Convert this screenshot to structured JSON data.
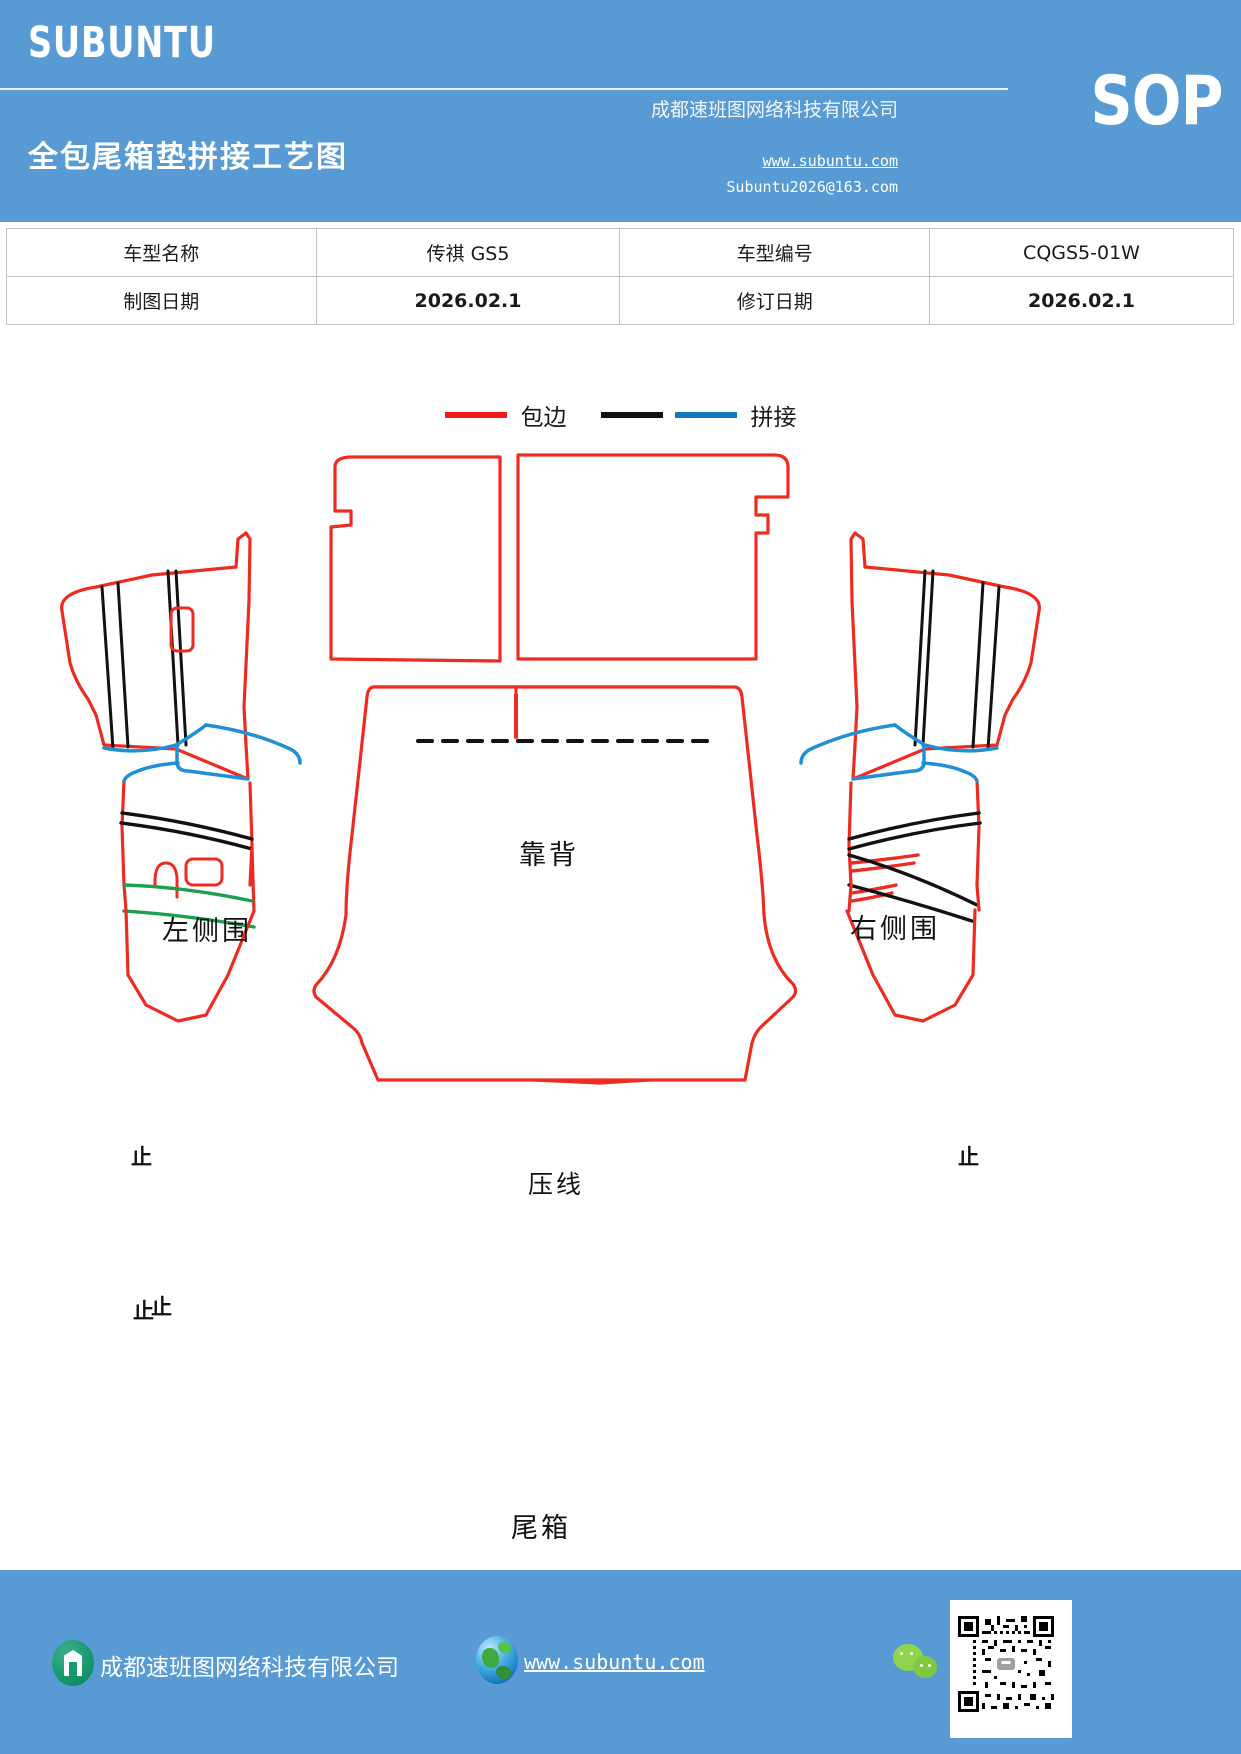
{
  "header": {
    "brand": "SUBUNTU",
    "badge": "SOP",
    "doc_title": "全包尾箱垫拼接工艺图",
    "company": "成都速班图网络科技有限公司",
    "website": "www.subuntu.com",
    "email": "Subuntu2026@163.com",
    "bg_color": "#589bd4"
  },
  "info_table": {
    "rows": [
      {
        "key1": "车型名称",
        "val1": "传祺 GS5",
        "key2": "车型编号",
        "val2": "CQGS5-01W"
      },
      {
        "key1": "制图日期",
        "val1": "2026.02.1",
        "key2": "修订日期",
        "val2": "2026.02.1"
      }
    ]
  },
  "legend": {
    "items": [
      {
        "label": "包边",
        "color": "#ee1c1c"
      },
      {
        "label": "拼接",
        "color": "#111111"
      },
      {
        "label": "拼接",
        "color": "#1277bd"
      }
    ],
    "binding_label": "包边",
    "splice_label": "拼接"
  },
  "drawing": {
    "labels": {
      "backrest": "靠背",
      "left_side": "左侧围",
      "right_side": "右侧围",
      "crease_line": "压线",
      "trunk": "尾箱"
    },
    "stop_marks": {
      "left_upper": "止",
      "left_lower": "止",
      "left_lower2": "止",
      "right_upper": "止"
    },
    "colors": {
      "binding": "#ee2b20",
      "splice_black": "#111111",
      "splice_blue": "#1f8fd6",
      "splice_green": "#1ba04b"
    }
  },
  "footer": {
    "company": "成都速班图网络科技有限公司",
    "website": "www.subuntu.com",
    "bg_color": "#589bd4"
  }
}
